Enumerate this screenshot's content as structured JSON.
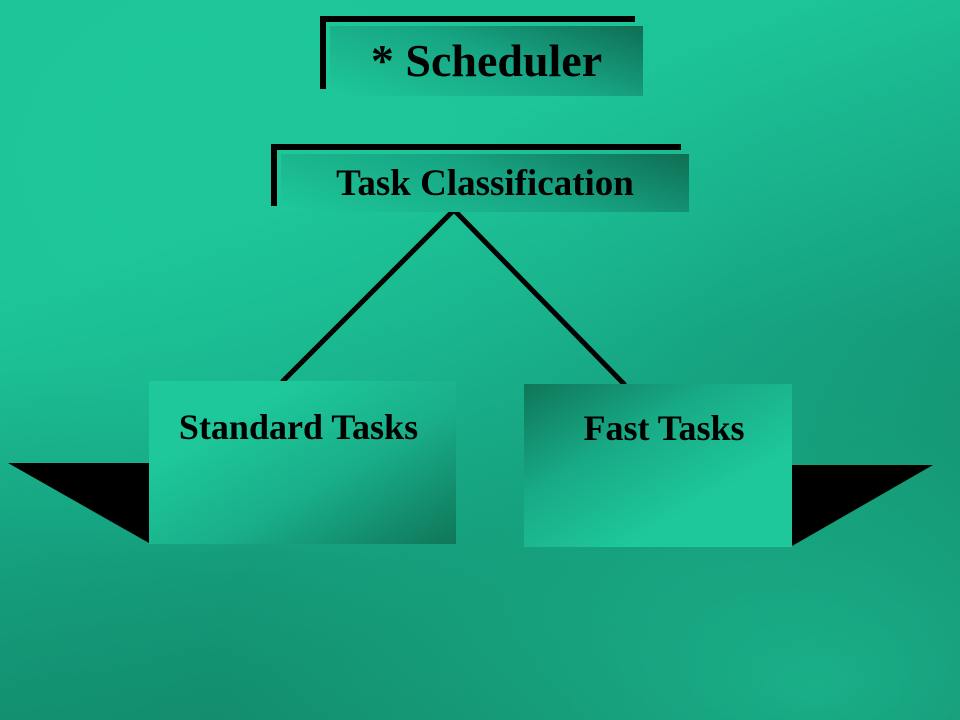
{
  "slide": {
    "title": "* Scheduler",
    "classification_label": "Task Classification",
    "branches": [
      {
        "label": "Standard Tasks"
      },
      {
        "label": "Fast Tasks"
      }
    ]
  },
  "colors": {
    "teal_light": "#1dc497",
    "teal_dark": "#117a5e",
    "ink": "#000000"
  }
}
